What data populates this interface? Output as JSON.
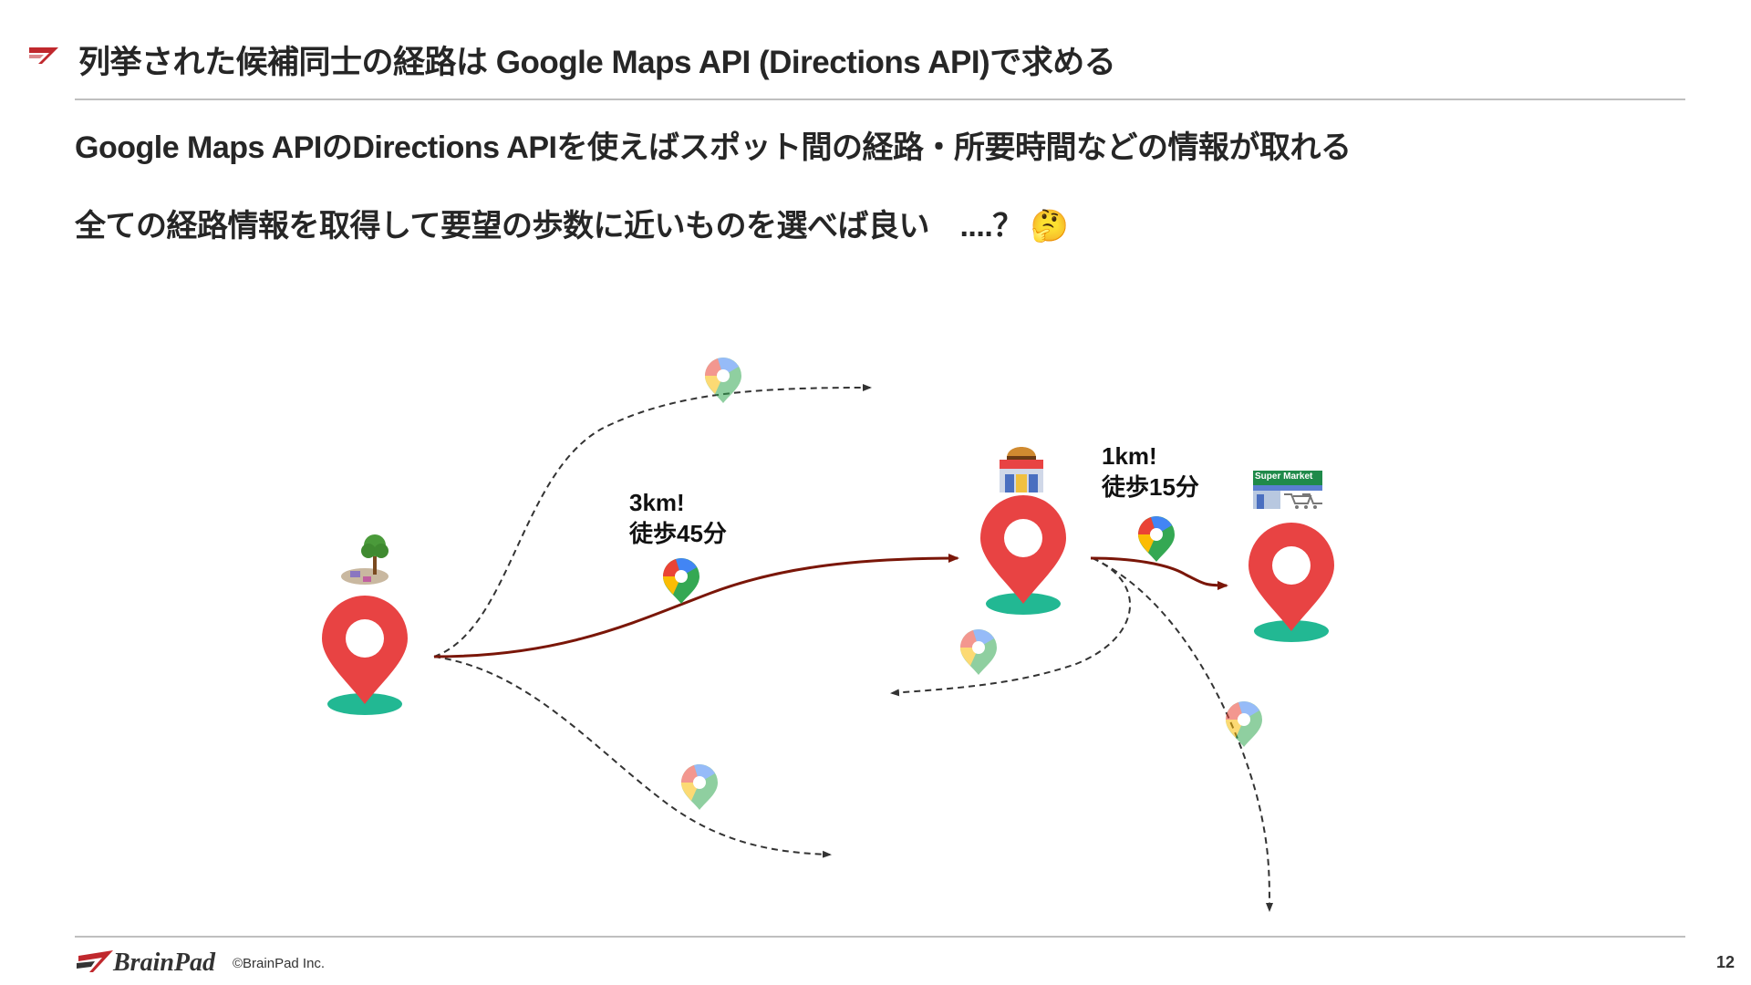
{
  "header": {
    "title": "列挙された候補同士の経路は Google Maps API (Directions API)で求める"
  },
  "body": {
    "line1": "Google Maps APIのDirections APIを使えばスポット間の経路・所要時間などの情報が取れる",
    "line2": "全ての経路情報を取得して要望の歩数に近いものを選べば良い　....？",
    "line2_emoji": "🤔"
  },
  "diagram": {
    "route1": {
      "distance": "3km!",
      "time": "徒歩45分"
    },
    "route2": {
      "distance": "1km!",
      "time": "徒歩15分"
    },
    "supermarket_sign": "Super Market",
    "icons": [
      "park-icon",
      "restaurant-icon",
      "supermarket-icon",
      "map-pin-icon",
      "google-maps-icon"
    ],
    "colors": {
      "pin": "#e84343",
      "pin_base": "#22b893",
      "route": "#7a1608",
      "dashed": "#333333",
      "accent_logo": "#c0282d"
    }
  },
  "footer": {
    "brand": "BrainPad",
    "copyright": "©BrainPad Inc.",
    "page_number": "12"
  }
}
